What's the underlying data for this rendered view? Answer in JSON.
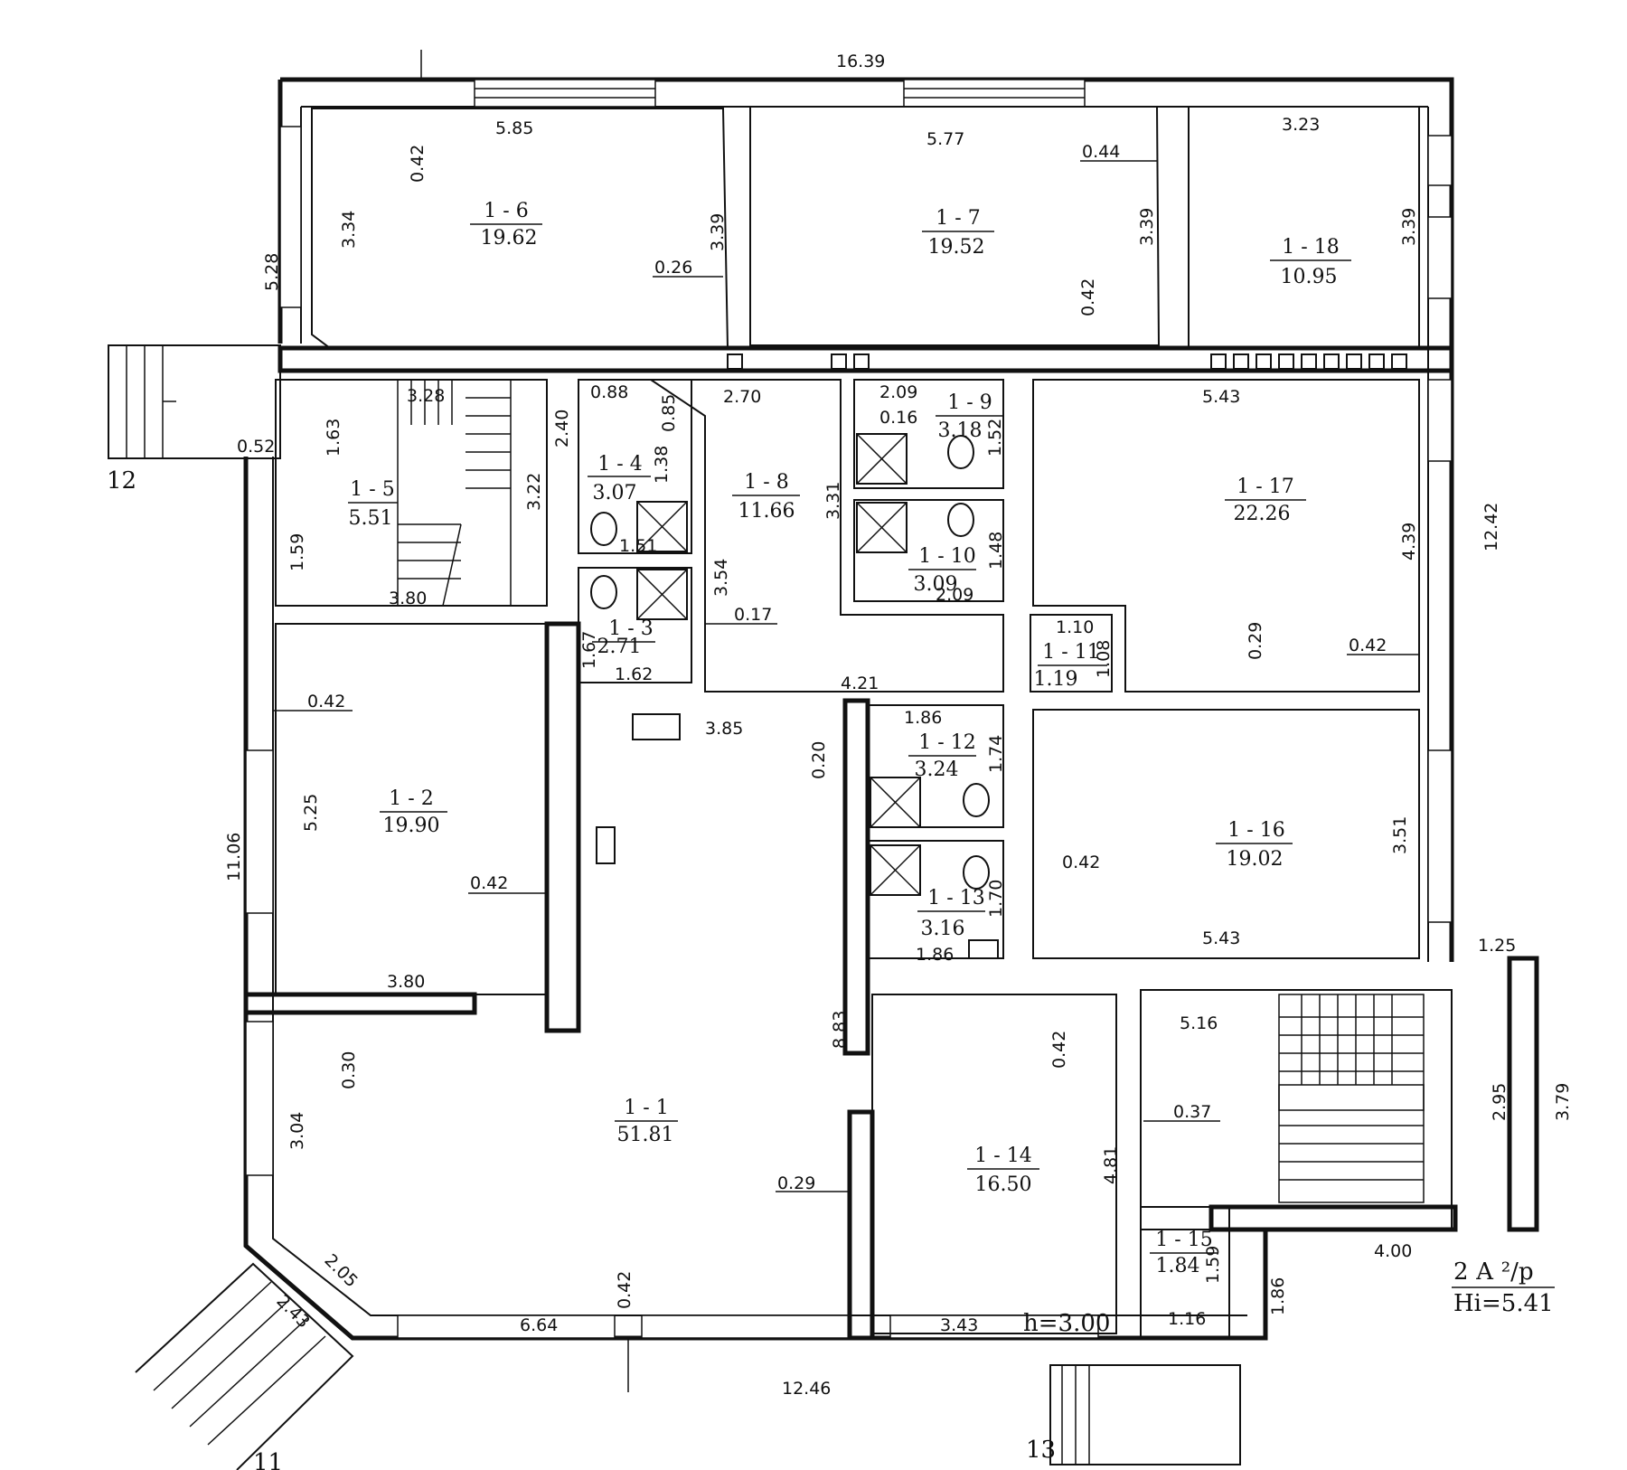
{
  "rooms": [
    {
      "id": "1 - 6",
      "area": "19.62"
    },
    {
      "id": "1 - 7",
      "area": "19.52"
    },
    {
      "id": "1 - 18",
      "area": "10.95"
    },
    {
      "id": "1 - 5",
      "area": "5.51"
    },
    {
      "id": "1 - 4",
      "area": "3.07"
    },
    {
      "id": "1 - 8",
      "area": "11.66"
    },
    {
      "id": "1 - 9",
      "area": "3.18"
    },
    {
      "id": "1 - 10",
      "area": "3.09"
    },
    {
      "id": "1 - 17",
      "area": "22.26"
    },
    {
      "id": "1 - 3",
      "area": "2.71"
    },
    {
      "id": "1 - 11",
      "area": "1.19"
    },
    {
      "id": "1 - 2",
      "area": "19.90"
    },
    {
      "id": "1 - 12",
      "area": "3.24"
    },
    {
      "id": "1 - 16",
      "area": "19.02"
    },
    {
      "id": "1 - 13",
      "area": "3.16"
    },
    {
      "id": "1 - 1",
      "area": "51.81"
    },
    {
      "id": "1 - 14",
      "area": "16.50"
    },
    {
      "id": "1 - 15",
      "area": "1.84"
    }
  ],
  "dimensions": {
    "top_overall": "16.39",
    "r6_width": "5.85",
    "r6_top_off": "0.42",
    "r6_left": "3.34",
    "r6_right": "3.39",
    "r6_wall": "0.26",
    "r7_width": "5.77",
    "r7_wall": "0.44",
    "r7_right": "3.39",
    "r7_bottom": "0.42",
    "r18_width": "3.23",
    "r18_right": "3.39",
    "left_upper": "5.28",
    "corr_088": "0.88",
    "corr_085": "0.85",
    "corr_270": "2.70",
    "r9_209": "2.09",
    "r9_016": "0.16",
    "r9_152": "1.52",
    "r17_width": "5.43",
    "r17_439": "4.39",
    "r17_029": "0.29",
    "r17_042": "0.42",
    "right_overall": "12.42",
    "r5_328": "3.28",
    "r5_163": "1.63",
    "r5_322": "3.22",
    "r5_159": "1.59",
    "r5_380": "3.80",
    "stair_052": "0.52",
    "r4_240": "2.40",
    "r4_138": "1.38",
    "r4_151": "1.51",
    "r8_331": "3.31",
    "r8_354": "3.54",
    "r8_017": "0.17",
    "r10_148": "1.48",
    "r10_209": "2.09",
    "r11_110": "1.10",
    "r11_108": "1.08",
    "r3_167": "1.67",
    "r3_162": "1.62",
    "r2_042a": "0.42",
    "r2_525": "5.25",
    "r2_042b": "0.42",
    "r2_380": "3.80",
    "mid_421": "4.21",
    "mid_385": "3.85",
    "mid_020": "0.20",
    "r12_186": "1.86",
    "r12_174": "1.74",
    "r16_042": "0.42",
    "r16_351": "3.51",
    "r16_543": "5.43",
    "r13_170": "1.70",
    "r13_186": "1.86",
    "left_overall": "11.06",
    "r1_030": "0.30",
    "r1_304": "3.04",
    "r1_029": "0.29",
    "r1_042": "0.42",
    "r1_664": "6.64",
    "r1_883": "8.83",
    "entry_205": "2.05",
    "entry_243": "2.43",
    "r14_042": "0.42",
    "r14_481": "4.81",
    "r14_343": "3.43",
    "st_516": "5.16",
    "st_037": "0.37",
    "st_125": "1.25",
    "st_295": "2.95",
    "st_379": "3.79",
    "st_400": "4.00",
    "r15_159": "1.59",
    "r15_116": "1.16",
    "r15_186": "1.86",
    "bottom_overall": "12.46"
  },
  "notes": {
    "height": "h=3.00",
    "floor_label": "2 А ²/р",
    "hi": "Hi=5.41",
    "exit_1": "11",
    "exit_2": "12",
    "exit_3": "13"
  }
}
